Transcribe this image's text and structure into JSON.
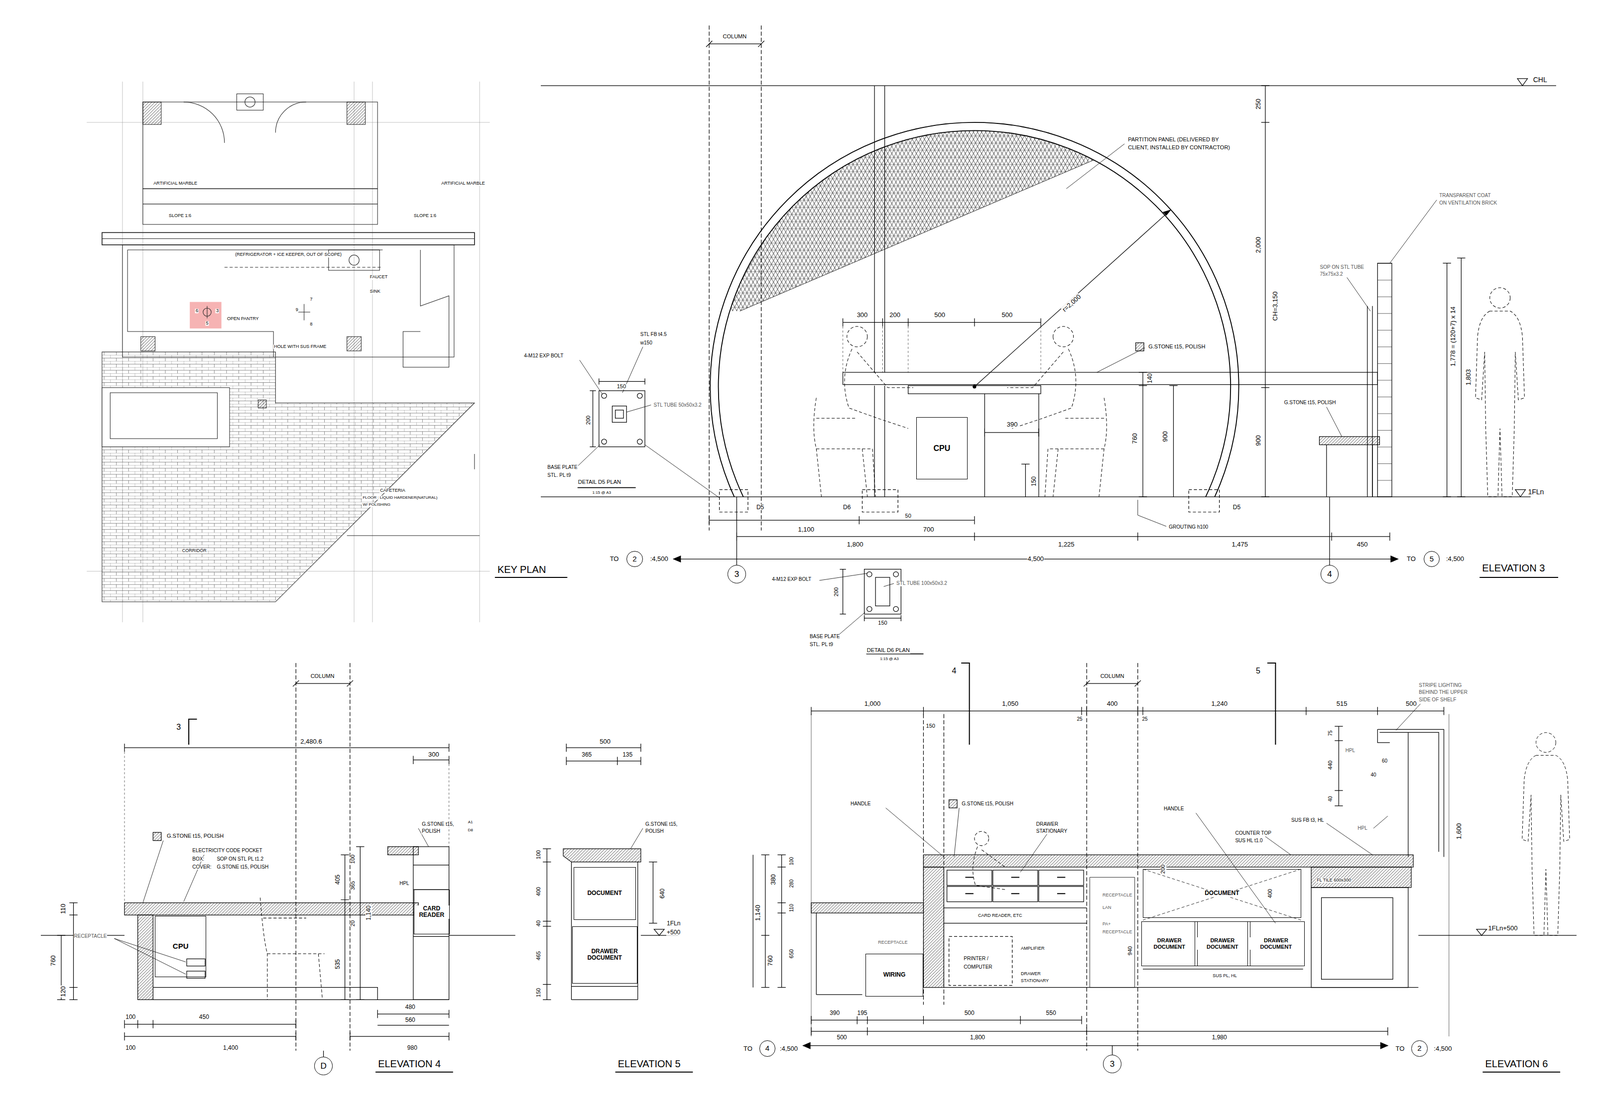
{
  "diagram": {
    "nodes": [
      {
        "text": [
          "CPU"
        ]
      },
      {
        "text": [
          "3"
        ]
      },
      {
        "text": [
          "4"
        ]
      },
      {
        "text": [
          "2"
        ]
      },
      {
        "text": [
          "5"
        ]
      },
      {
        "text": [
          "CPU"
        ]
      },
      {
        "text": [
          "CARD READER"
        ]
      },
      {
        "text": [
          "D"
        ]
      },
      {
        "text": [
          "DOCUMENT"
        ]
      },
      {
        "text": [
          "DRAWER DOCUMENT"
        ]
      },
      {
        "text": [
          "WIRING"
        ]
      },
      {
        "text": [
          "DOCUMENT"
        ]
      },
      {
        "text": [
          "DRAWER DOCUMENT"
        ]
      },
      {
        "text": [
          "DRAWER DOCUMENT"
        ]
      },
      {
        "text": [
          "DRAWER DOCUMENT"
        ]
      },
      {
        "text": [
          "4"
        ]
      },
      {
        "text": [
          "2"
        ]
      },
      {
        "text": [
          "3"
        ]
      }
    ],
    "labels": [
      "ARTIFICIAL MARBLE",
      "ARTIFICIAL MARBLE",
      "SLOPE 1:6",
      "SLOPE 1:6",
      "(REFRIGERATOR + ICE KEEPER, OUT OF SCOPE)",
      "FAUCET",
      "SINK",
      "OPEN PANTRY",
      "6",
      "3",
      "5",
      "9",
      "7",
      "8",
      "HOLE WITH SUS FRAME",
      "CAFETERIA",
      "FLOOR : LIQUID HARDENER(NATURAL)",
      "W/ POLISHING",
      "CORRIDOR",
      "KEY PLAN",
      "COLUMN",
      "CHL",
      "PARTITION PANEL (DELIVERED BY",
      "CLIENT, INSTALLED BY CONTRACTOR)",
      "TRANSPARENT COAT",
      "ON VENTILATION BRICK",
      "250",
      "2,000",
      "CH=3,150",
      "900",
      "SOP ON STL TUBE",
      "75x75x3.2",
      "1,778 = (120+7) x 14",
      "1,803",
      "G.STONE t15, POLISH",
      "r=2,000",
      "G.STONE t15, POLISH",
      "300",
      "200",
      "500",
      "500",
      "390",
      "140",
      "760",
      "900",
      "150",
      "STL FB t4.5",
      "w150",
      "4-M12 EXP BOLT",
      "150",
      "200",
      "STL TUBE 50x50x3.2",
      "BASE PLATE",
      "STL. PL t9",
      "DETAIL D5 PLAN",
      "1:15 @ A3",
      "D5",
      "D6",
      "D5",
      "50",
      "GROUTING h100",
      "1,100",
      "700",
      "1,800",
      "1,225",
      "1,475",
      "450",
      "TO",
      ":4,500",
      "4,500",
      "TO",
      ":4,500",
      "1FLn",
      "ELEVATION 3",
      "4-M12 EXP BOLT",
      "STL TUBE 100x50x3.2",
      "200",
      "150",
      "BASE PLATE",
      "STL. PL t9",
      "DETAIL D6 PLAN",
      "1:15 @ A3",
      "3",
      "COLUMN",
      "2,480.6",
      "300",
      "G.STONE t15, POLISH",
      "ELECTRICITY CODE POCKET",
      "BOX:",
      "SOP ON STL PL t1.2",
      "COVER:",
      "G.STONE t15, POLISH",
      "G.STONE t15,",
      "POLISH",
      "A1",
      "D8",
      "HPL",
      "110",
      "760",
      "120",
      "405",
      "100",
      "365",
      "20",
      "1,140",
      "535",
      "RECEPTACLE",
      "100",
      "450",
      "100",
      "1,400",
      "480",
      "560",
      "980",
      "ELEVATION 4",
      "500",
      "365",
      "135",
      "G.STONE t15,",
      "POLISH",
      "100",
      "400",
      "40",
      "465",
      "150",
      "640",
      "1FLn",
      "+500",
      "ELEVATION 5",
      "4",
      "5",
      "COLUMN",
      "1,000",
      "1,050",
      "25",
      "400",
      "25",
      "1,240",
      "515",
      "500",
      "150",
      "STRIPE LIGHTING",
      "BEHIND THE UPPER",
      "SIDE OF SHELF",
      "75",
      "HPL",
      "440",
      "60",
      "40",
      "40",
      "HPL",
      "1,600",
      "HANDLE",
      "G.STONE t15, POLISH",
      "DRAWER",
      "STATIONARY",
      "HANDLE",
      "COUNTER TOP",
      "SUS HL t1.0",
      "SUS FB t3, HL",
      "380",
      "100",
      "280",
      "110",
      "1,140",
      "760",
      "650",
      "200",
      "400",
      "940",
      "RECEPTACLE",
      "LAN",
      "PA+",
      "RECEPTACLE",
      "CARD READER, ETC",
      "RECEPTACLE",
      "AMPLIFIER",
      "PRINTER /",
      "COMPUTER",
      "DRAWER",
      "STATIONARY",
      "SUS PL, HL",
      "FL TILE 600x300",
      "1FLn+500",
      "390",
      "195",
      "500",
      "550",
      "500",
      "1,800",
      "1,980",
      "TO",
      ":4,500",
      "TO",
      ":4,500",
      "ELEVATION 6"
    ]
  }
}
